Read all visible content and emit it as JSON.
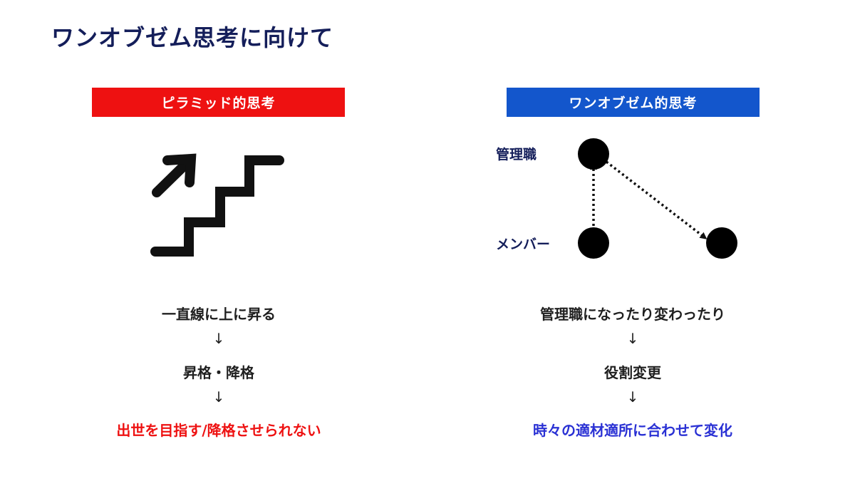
{
  "title": "ワンオブゼム思考に向けて",
  "colors": {
    "title": "#141e5a",
    "left_header_bg": "#ee1111",
    "right_header_bg": "#1356cc",
    "left_conclusion": "#ee1111",
    "right_conclusion": "#2a31d4"
  },
  "left": {
    "header": "ピラミッド的思考",
    "icon": "stairs-up-icon",
    "step1": "一直線に上に昇る",
    "arrow1": "↓",
    "step2": "昇格・降格",
    "arrow2": "↓",
    "conclusion": "出世を目指す/降格させられない"
  },
  "right": {
    "header": "ワンオブゼム的思考",
    "diagram": {
      "manager_label": "管理職",
      "member_label": "メンバー",
      "nodes": [
        "manager-node",
        "member-node",
        "moved-member-node"
      ],
      "arrows": [
        "member-to-manager",
        "manager-to-member"
      ]
    },
    "step1": "管理職になったり変わったり",
    "arrow1": "↓",
    "step2": "役割変更",
    "arrow2": "↓",
    "conclusion": "時々の適材適所に合わせて変化"
  }
}
